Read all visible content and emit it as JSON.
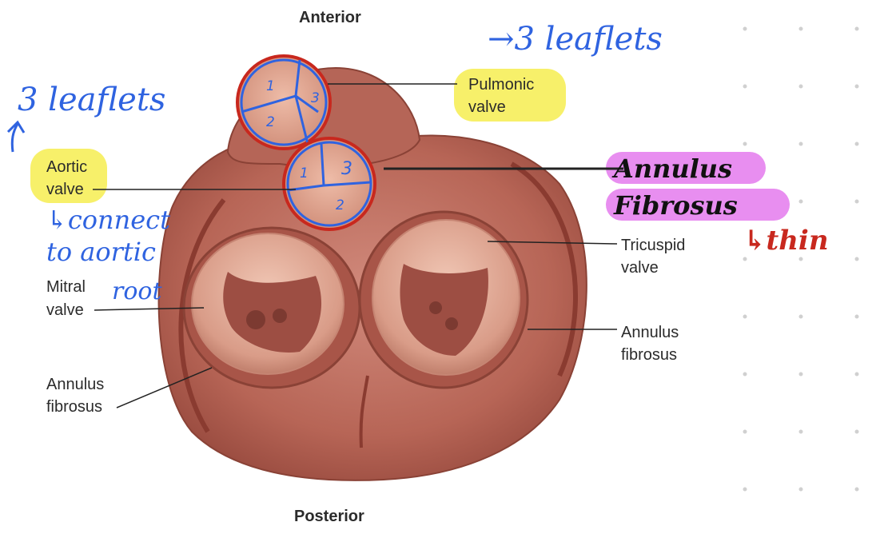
{
  "labels": {
    "anterior": "Anterior",
    "posterior": "Posterior",
    "pulmonic_1": "Pulmonic",
    "pulmonic_2": "valve",
    "aortic_1": "Aortic",
    "aortic_2": "valve",
    "mitral_1": "Mitral",
    "mitral_2": "valve",
    "tricuspid_1": "Tricuspid",
    "tricuspid_2": "valve",
    "annulus_left_1": "Annulus",
    "annulus_left_2": "fibrosus",
    "annulus_right_1": "Annulus",
    "annulus_right_2": "fibrosus"
  },
  "annotations": {
    "top_right": "→3 leaflets",
    "top_left": "3 leaflets",
    "connect_1": "↳connect",
    "connect_2": "to aortic",
    "connect_3": "root",
    "annulus_hand_1": "Annulus",
    "annulus_hand_2": "Fibrosus",
    "thin": "↳thin"
  },
  "leaflets": {
    "pulm_1": "1",
    "pulm_2": "2",
    "pulm_3": "3",
    "aort_1": "1",
    "aort_2": "2",
    "aort_3": "3"
  },
  "colors": {
    "highlight_yellow": "#f7f06a",
    "highlight_pink": "#e88ef0",
    "ink_blue": "#2f63e0",
    "ink_red": "#c8281e",
    "tissue": "#b8665a"
  }
}
